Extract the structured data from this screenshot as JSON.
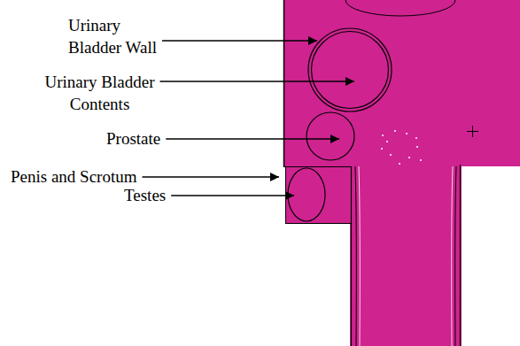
{
  "diagram": {
    "labels": [
      "Urinary Bladder Wall",
      "Urinary Bladder Contents",
      "Prostate",
      "Penis and Scrotum",
      "Testes"
    ]
  }
}
